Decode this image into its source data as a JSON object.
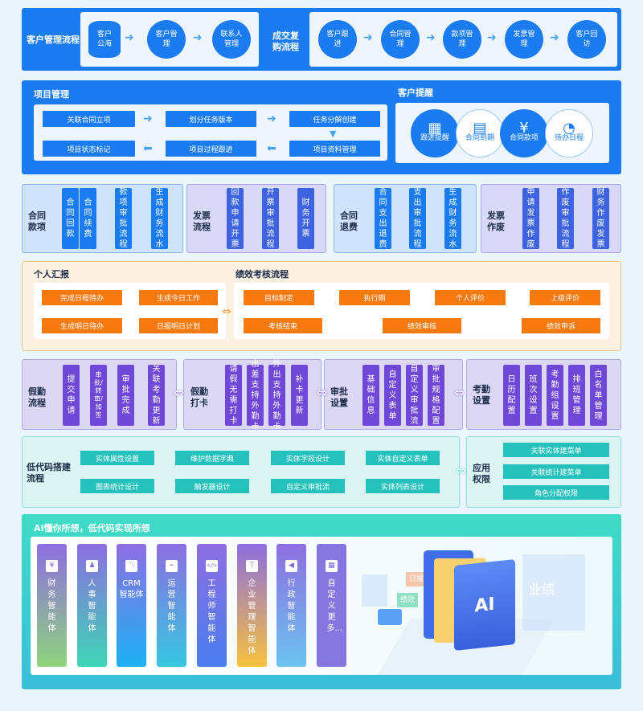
{
  "customer_flow": {
    "title": "客户管理流程",
    "steps": [
      "客户公海",
      "客户管理",
      "联系人管理"
    ]
  },
  "repurchase_flow": {
    "title": "成交复购流程",
    "steps": [
      "客户跟进",
      "合同管理",
      "款项管理",
      "发票管理",
      "客户回访"
    ]
  },
  "project": {
    "title": "项目管理",
    "row1": [
      "关联合同立项",
      "划分任务版本",
      "任务分解创建"
    ],
    "row2": [
      "项目状态标记",
      "项目过程跟进",
      "项目资料管理"
    ]
  },
  "reminder": {
    "title": "客户提醒",
    "items": [
      "跟进提醒",
      "合同到期",
      "合同款项",
      "待办日程"
    ]
  },
  "finance": [
    {
      "title": "合同款项",
      "steps": [
        "合同回款",
        "合同续费",
        "款项审批流程",
        "生成财务流水"
      ]
    },
    {
      "title": "发票流程",
      "steps": [
        "回款申请开票",
        "开票审批流程",
        "财务开票"
      ]
    },
    {
      "title": "合同退费",
      "steps": [
        "合同支出退费",
        "支出审批流程",
        "生成财务流水"
      ]
    },
    {
      "title": "发票作废",
      "steps": [
        "申请发票作废",
        "作废审批流程",
        "财务作废发票"
      ]
    }
  ],
  "personal": {
    "title": "个人汇报",
    "row1": [
      "完成日程待办",
      "生成今日工作"
    ],
    "row2": [
      "生成明日待办",
      "日报明日计划"
    ]
  },
  "performance": {
    "title": "绩效考核流程",
    "row1": [
      "目标制定",
      "执行期",
      "个人评价",
      "上级评价"
    ],
    "row2": [
      "考核结束",
      "绩效审核",
      "绩效申诉"
    ]
  },
  "attendance": [
    {
      "title": "假勤流程",
      "steps": [
        "提交申请",
        "审批/转审/加签",
        "审批完成",
        "关联考勤更新"
      ]
    },
    {
      "title": "假勤打卡",
      "steps": [
        "请假无需打卡",
        "出差支持外勤卡",
        "外出支持外勤卡",
        "补卡更新"
      ]
    },
    {
      "title": "审批设置",
      "steps": [
        "基础信息",
        "自定义表单",
        "自定义审批流",
        "审批规格配置"
      ]
    },
    {
      "title": "考勤设置",
      "steps": [
        "日历配置",
        "班次设置",
        "考勤组设置",
        "排班管理",
        "白名单管理"
      ]
    }
  ],
  "lowcode": {
    "title": "低代码搭建流程",
    "row1": [
      "实体属性设置",
      "维护数据字典",
      "实体字段设计",
      "实体自定义表单"
    ],
    "row2": [
      "图表统计设计",
      "触发器设计",
      "自定义审批流",
      "实体列表设计"
    ]
  },
  "permission": {
    "title": "应用权限",
    "items": [
      "关联实体建菜单",
      "关联统计建菜单",
      "角色分配权限"
    ]
  },
  "ai": {
    "title": "AI懂你所想，低代码实现所想",
    "agents": [
      {
        "label": "财务智能体",
        "icon": "yen-icon",
        "glyph": "¥"
      },
      {
        "label": "人事智能体",
        "icon": "people-icon",
        "glyph": "♟"
      },
      {
        "label": "CRM智能体",
        "icon": "chart-icon",
        "glyph": "〽"
      },
      {
        "label": "运营智能体",
        "icon": "presentation-icon",
        "glyph": "⌁"
      },
      {
        "label": "工程师智能体",
        "icon": "code-icon",
        "glyph": "</>"
      },
      {
        "label": "企业管理智能体",
        "icon": "org-icon",
        "glyph": "⊤"
      },
      {
        "label": "行政智能体",
        "icon": "megaphone-icon",
        "glyph": "◀"
      },
      {
        "label": "自定义更多...",
        "icon": "grid-icon",
        "glyph": "▦"
      }
    ],
    "illustration": {
      "folder": "AI",
      "cards": [
        "日报",
        "绩效",
        "业绩"
      ]
    }
  }
}
